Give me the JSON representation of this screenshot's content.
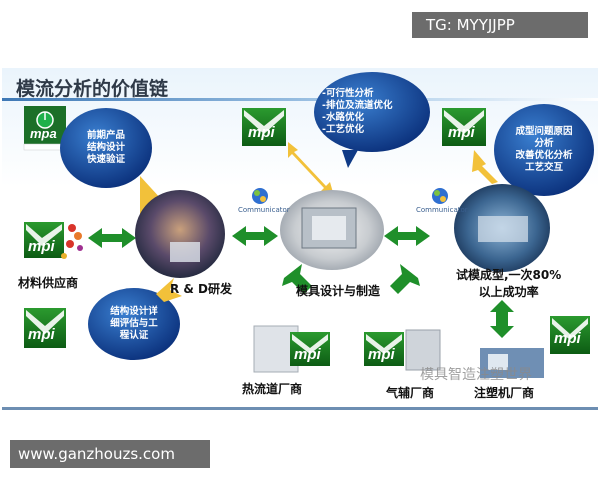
{
  "top_tag": "TG: MYYJJPP",
  "slide": {
    "title": "模流分析的价值链",
    "logos": {
      "mpa": "mpa",
      "mpi": "mpi"
    },
    "bubbles": {
      "early": [
        "前期产品",
        "结构设计",
        "快速验证"
      ],
      "structure": [
        "结构设计详",
        "细评估与工",
        "程认证"
      ],
      "mold": [
        "-可行性分析",
        "-排位及流道优化",
        "-水路优化",
        "-工艺优化"
      ],
      "trial": [
        "成型问题原因",
        "分析",
        "改善优化分析",
        "工艺交互"
      ]
    },
    "labels": {
      "material_supplier": "材料供应商",
      "rd": "R & D研发",
      "mold_design": "模具设计与制造",
      "trial_molding": [
        "试模成型,一次80%",
        "以上成功率"
      ],
      "hot_runner": "热流道厂商",
      "gas_assist": "气辅厂商",
      "injection_machine": "注塑机厂商",
      "communicator": "Communicator"
    },
    "watermark": "模具智造注塑世界"
  },
  "bottom_url": "www.ganzhouzs.com"
}
